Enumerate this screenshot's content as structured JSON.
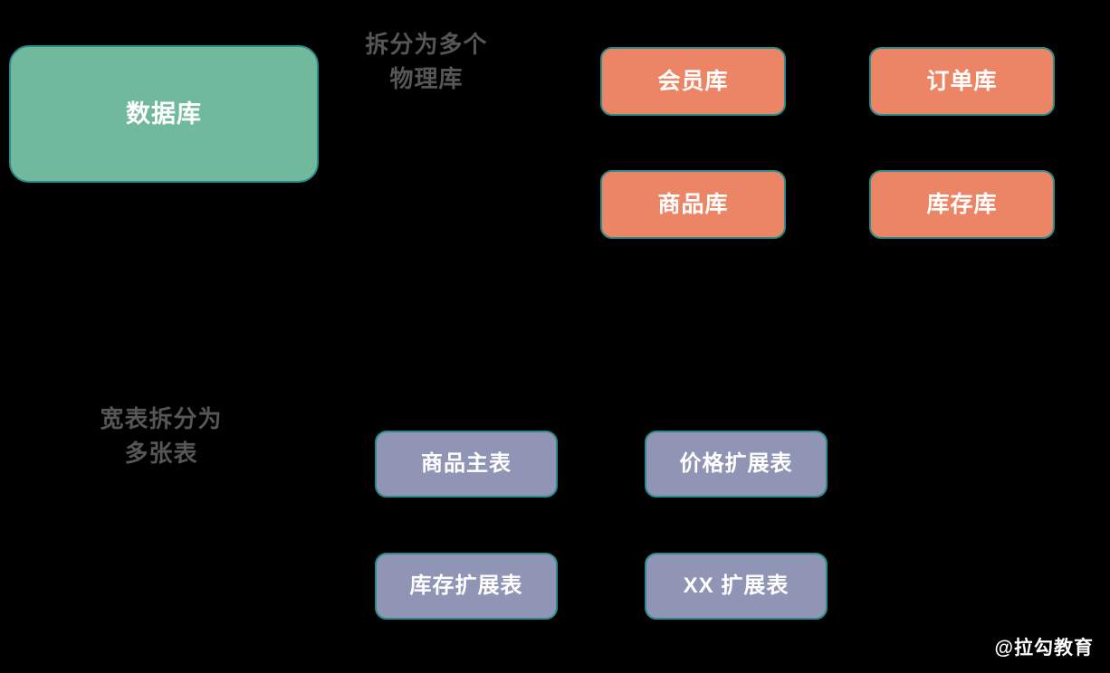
{
  "diagram": {
    "background_color": "#000000",
    "source_node": {
      "label": "数据库",
      "fill": "#71b99c",
      "border": "#2b8a8a"
    },
    "captions": {
      "split_into_databases": "拆分为多个\n物理库",
      "split_wide_table": "宽表拆分为\n多张表",
      "color": "#565656"
    },
    "databases": {
      "fill": "#ec8565",
      "border": "#2b8a8a",
      "items": [
        {
          "label": "会员库"
        },
        {
          "label": "订单库"
        },
        {
          "label": "商品库"
        },
        {
          "label": "库存库"
        }
      ]
    },
    "tables": {
      "fill": "#9095b5",
      "border": "#2b8a8a",
      "items": [
        {
          "label": "商品主表"
        },
        {
          "label": "价格扩展表"
        },
        {
          "label": "库存扩展表"
        },
        {
          "label": "XX 扩展表"
        }
      ]
    },
    "watermark": "@拉勾教育"
  }
}
